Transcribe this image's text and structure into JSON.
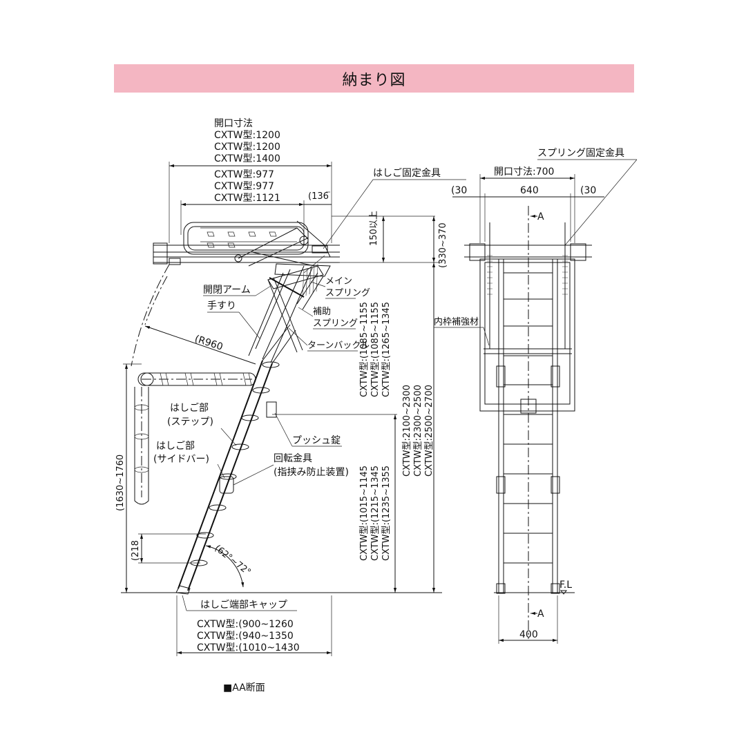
{
  "title": "納まり図",
  "left": {
    "open_head": "開口寸法",
    "open1": "CXTW型:1200",
    "open2": "CXTW型:1200",
    "open3": "CXTW型:1400",
    "inner1": "CXTW型:977",
    "inner2": "CXTW型:977",
    "inner3": "CXTW型:1121",
    "dim136": "(136",
    "fix_bracket": "はしご固定金具",
    "dim150": "150以上",
    "dim330": "(330~370",
    "main_spring_1": "メイン",
    "main_spring_2": "スプリング",
    "aux_spring_1": "補助",
    "aux_spring_2": "スプリング",
    "turnbuckle": "ターンバックル",
    "spring_len1": "CXTW型:(1085~1155",
    "spring_len2": "CXTW型:(1085~1155",
    "spring_len3": "CXTW型:(1265~1345",
    "arm": "開閉アーム",
    "handrail": "手すり",
    "radius": "(R960",
    "step_1": "はしご部",
    "step_2": "(ステップ)",
    "side_1": "はしご部",
    "side_2": "(サイドバー)",
    "push_lock": "プッシュ錠",
    "rotate_1": "回転金具",
    "rotate_2": "(指挟み防止装置)",
    "height1": "CXTW型:2100~2300",
    "height2": "CXTW型:2300~2500",
    "height3": "CXTW型:2500~2700",
    "low1": "CXTW型:(1015~1145",
    "low2": "CXTW型:(1215~1345",
    "low3": "CXTW型:(1235~1355",
    "dim1630": "(1630~1760",
    "dim218": "(218",
    "angle": "(62°~72°",
    "cap": "はしご端部キャップ",
    "foot1": "CXTW型:(900~1260",
    "foot2": "CXTW型:(940~1350",
    "foot3": "CXTW型:(1010~1430"
  },
  "right": {
    "spring_fix": "スプリング固定金具",
    "open": "開口寸法:700",
    "d30l": "(30",
    "d640": "640",
    "d30r": "(30",
    "sectionA_top": "A",
    "sectionA_bot": "A",
    "inner_frame": "内枠補強材",
    "fl": "F.L",
    "d400": "400"
  },
  "caption": "■AA断面"
}
